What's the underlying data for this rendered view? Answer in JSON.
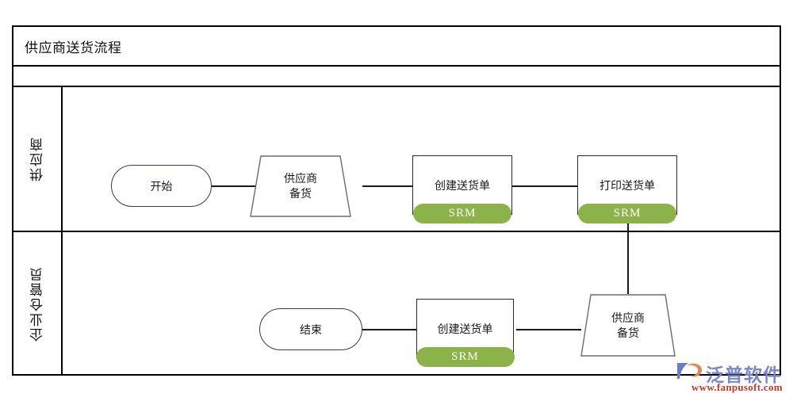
{
  "diagram": {
    "type": "swimlane-flowchart",
    "title": "供应商送货流程",
    "subtitle": "",
    "lanes": [
      {
        "id": "supplier",
        "label": "供应商",
        "nodes": [
          {
            "id": "start",
            "shape": "terminator",
            "label": "开始"
          },
          {
            "id": "prepare-top",
            "shape": "trapezoid",
            "label_line1": "供应商",
            "label_line2": "备货"
          },
          {
            "id": "create-top",
            "shape": "task",
            "label": "创建送货单",
            "badge": "SRM"
          },
          {
            "id": "print",
            "shape": "task",
            "label": "打印送货单",
            "badge": "SRM"
          }
        ]
      },
      {
        "id": "warehouse",
        "label": "企业仓管员",
        "nodes": [
          {
            "id": "end",
            "shape": "terminator",
            "label": "结束"
          },
          {
            "id": "create-bottom",
            "shape": "task",
            "label": "创建送货单",
            "badge": "SRM"
          },
          {
            "id": "prepare-bottom",
            "shape": "trapezoid",
            "label_line1": "供应商",
            "label_line2": "备货"
          }
        ]
      }
    ],
    "edges": [
      {
        "from": "start",
        "to": "prepare-top",
        "orientation": "horizontal"
      },
      {
        "from": "prepare-top",
        "to": "create-top",
        "orientation": "horizontal"
      },
      {
        "from": "create-top",
        "to": "print",
        "orientation": "horizontal"
      },
      {
        "from": "print",
        "to": "prepare-bottom",
        "orientation": "vertical"
      },
      {
        "from": "prepare-bottom",
        "to": "create-bottom",
        "orientation": "horizontal"
      },
      {
        "from": "create-bottom",
        "to": "end",
        "orientation": "horizontal"
      }
    ],
    "colors": {
      "badge_green": "#8cb34a",
      "badge_text": "#ffffff",
      "frame_border": "#000000",
      "connector": "#1a1a1a",
      "shape_border": "#2b2b33",
      "shape_fill": "#ffffff",
      "canvas": "#ffffff"
    }
  },
  "watermark": {
    "brand": "泛普软件",
    "url": "www.fanpusoft.com",
    "brand_color": "#7b88c4",
    "url_color": "#c0392b"
  }
}
